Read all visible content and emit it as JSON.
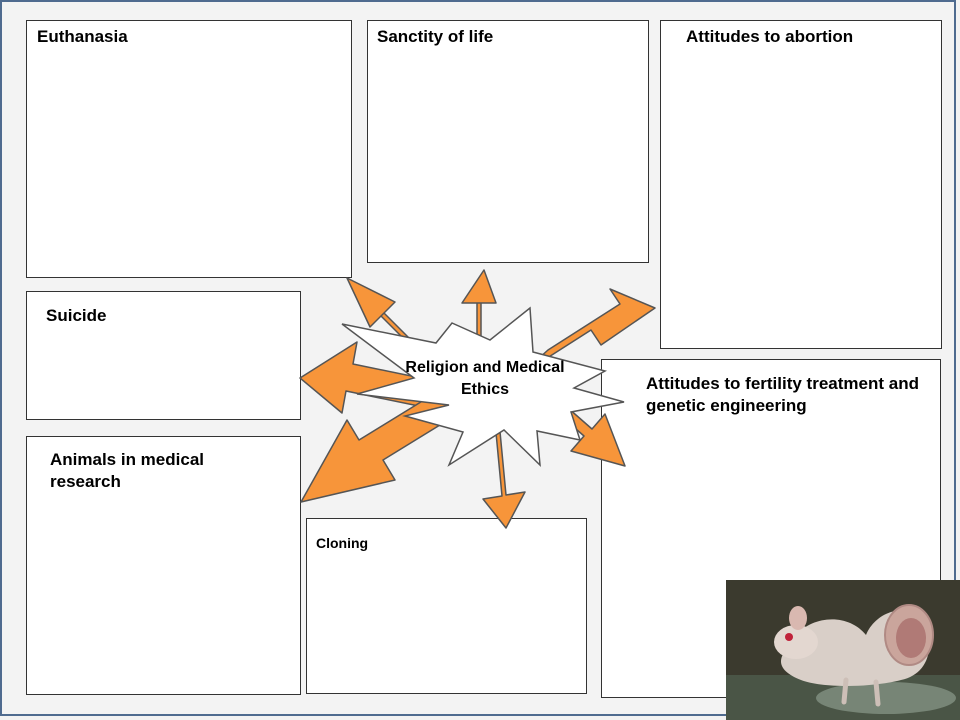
{
  "boxes": {
    "euthanasia": "Euthanasia",
    "sanctity": "Sanctity of life",
    "abortion": "Attitudes to abortion",
    "suicide": "Suicide",
    "fertility": "Attitudes to fertility treatment and genetic engineering",
    "animals": "Animals in medical research",
    "cloning": "Cloning"
  },
  "center": {
    "label": "Religion and Medical Ethics"
  },
  "colors": {
    "arrow_fill": "#f7953a",
    "arrow_stroke": "#555555",
    "box_border": "#333333",
    "frame_border": "#4f6b8f"
  },
  "photo": {
    "subject": "hairless-mouse-photo"
  }
}
